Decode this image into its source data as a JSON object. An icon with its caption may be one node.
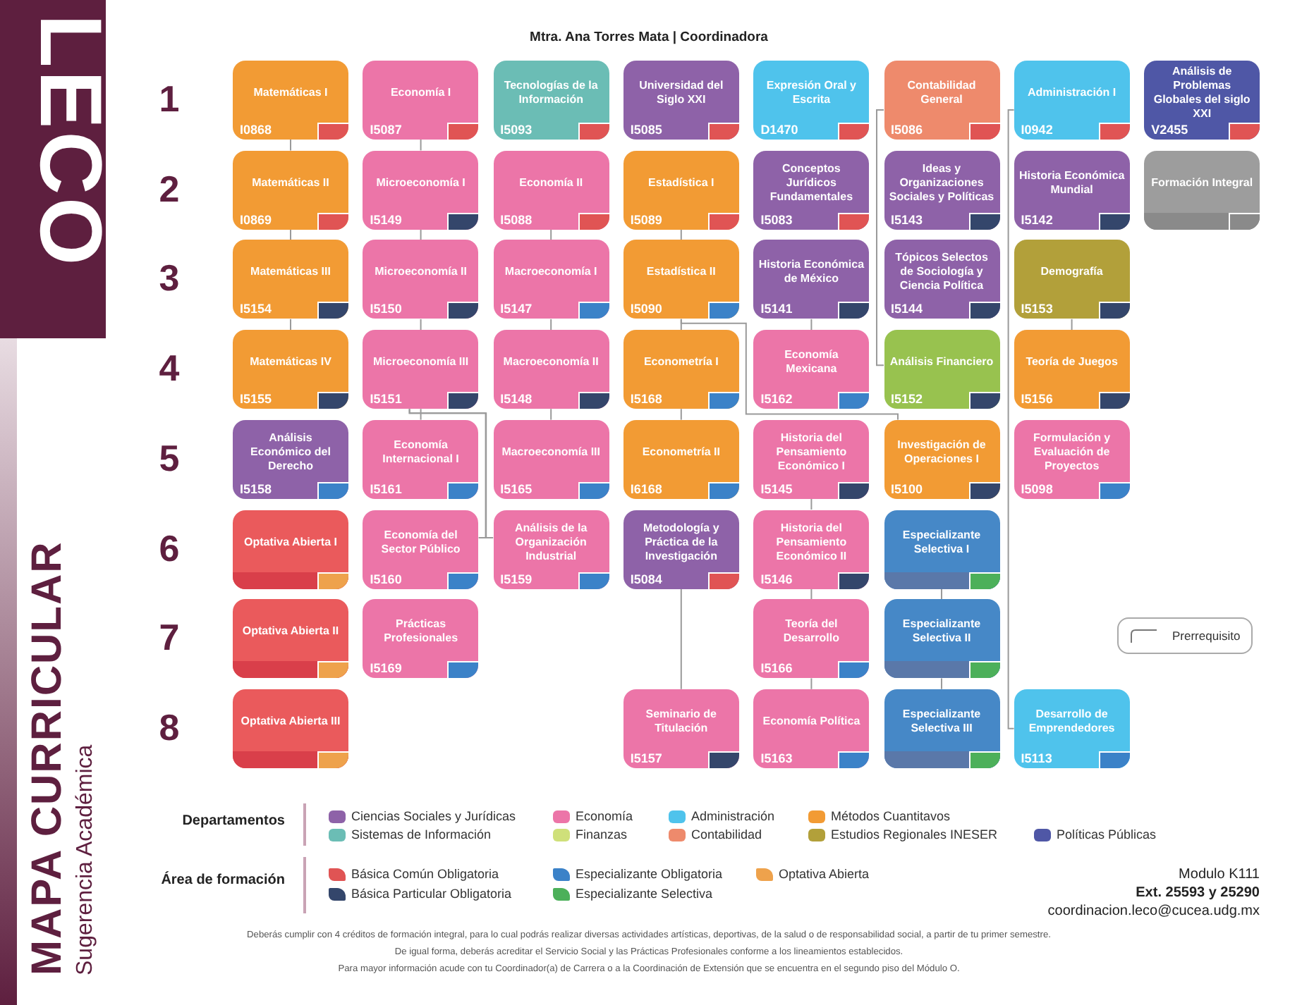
{
  "diagram": {
    "title": "MAPA CURRICULAR",
    "nodes": [
      {
        "text": [
          "Matemáticas I",
          "I0868"
        ]
      },
      {
        "text": [
          "Economía I",
          "I5087"
        ]
      },
      {
        "text": [
          "Tecnologías de la Información",
          "I5093"
        ]
      },
      {
        "text": [
          "Universidad del Siglo XXI",
          "I5085"
        ]
      },
      {
        "text": [
          "Expresión Oral y Escrita",
          "D1470"
        ]
      },
      {
        "text": [
          "Contabilidad General",
          "I5086"
        ]
      },
      {
        "text": [
          "Administración I",
          "I0942"
        ]
      },
      {
        "text": [
          "Análisis de Problemas Globales del siglo XXI",
          "V2455"
        ]
      },
      {
        "text": [
          "Matemáticas II",
          "I0869"
        ]
      },
      {
        "text": [
          "Microeconomía I",
          "I5149"
        ]
      },
      {
        "text": [
          "Economía II",
          "I5088"
        ]
      },
      {
        "text": [
          "Estadística I",
          "I5089"
        ]
      },
      {
        "text": [
          "Conceptos Jurídicos Fundamentales",
          "I5083"
        ]
      },
      {
        "text": [
          "Ideas y Organizaciones Sociales y Políticas",
          "I5143"
        ]
      },
      {
        "text": [
          "Historia Económica Mundial",
          "I5142"
        ]
      },
      {
        "text": [
          "Formación Integral"
        ]
      },
      {
        "text": [
          "Matemáticas III",
          "I5154"
        ]
      },
      {
        "text": [
          "Microeconomía II",
          "I5150"
        ]
      },
      {
        "text": [
          "Macroeconomía I",
          "I5147"
        ]
      },
      {
        "text": [
          "Estadística II",
          "I5090"
        ]
      },
      {
        "text": [
          "Historia Económica de México",
          "I5141"
        ]
      },
      {
        "text": [
          "Tópicos Selectos de Sociología y Ciencia Política",
          "I5144"
        ]
      },
      {
        "text": [
          "Demografía",
          "I5153"
        ]
      },
      {
        "text": [
          "Matemáticas IV",
          "I5155"
        ]
      },
      {
        "text": [
          "Microeconomía III",
          "I5151"
        ]
      },
      {
        "text": [
          "Macroeconomía II",
          "I5148"
        ]
      },
      {
        "text": [
          "Econometría I",
          "I5168"
        ]
      },
      {
        "text": [
          "Economía Mexicana",
          "I5162"
        ]
      },
      {
        "text": [
          "Análisis Financiero",
          "I5152"
        ]
      },
      {
        "text": [
          "Teoría de Juegos",
          "I5156"
        ]
      },
      {
        "text": [
          "Análisis Económico del Derecho",
          "I5158"
        ]
      },
      {
        "text": [
          "Economía Internacional I",
          "I5161"
        ]
      },
      {
        "text": [
          "Macroeconomía III",
          "I5165"
        ]
      },
      {
        "text": [
          "Econometría II",
          "I6168"
        ]
      },
      {
        "text": [
          "Historia del Pensamiento Económico I",
          "I5145"
        ]
      },
      {
        "text": [
          "Investigación de Operaciones I",
          "I5100"
        ]
      },
      {
        "text": [
          "Formulación y Evaluación de Proyectos",
          "I5098"
        ]
      },
      {
        "text": [
          "Optativa Abierta I"
        ]
      },
      {
        "text": [
          "Economía del Sector Público",
          "I5160"
        ]
      },
      {
        "text": [
          "Análisis de la Organización Industrial",
          "I5159"
        ]
      },
      {
        "text": [
          "Metodología y Práctica de la Investigación",
          "I5084"
        ]
      },
      {
        "text": [
          "Historia del Pensamiento Económico II",
          "I5146"
        ]
      },
      {
        "text": [
          "Especializante Selectiva I"
        ]
      },
      {
        "text": [
          "Optativa Abierta II"
        ]
      },
      {
        "text": [
          "Prácticas Profesionales",
          "I5169"
        ]
      },
      {
        "text": [
          "Teoría del Desarrollo",
          "I5166"
        ]
      },
      {
        "text": [
          "Especializante Selectiva II"
        ]
      },
      {
        "text": [
          "Optativa Abierta III"
        ]
      },
      {
        "text": [
          "Seminario de Titulación",
          "I5157"
        ]
      },
      {
        "text": [
          "Economía Política",
          "I5163"
        ]
      },
      {
        "text": [
          "Especializante Selectiva III"
        ]
      },
      {
        "text": [
          "Desarrollo de Emprendedores",
          "I5113"
        ]
      }
    ],
    "edges": [
      {
        "from": 0,
        "to": 8,
        "arrow": "none"
      },
      {
        "from": 8,
        "to": 16,
        "arrow": "none"
      },
      {
        "from": 16,
        "to": 23,
        "arrow": "none"
      },
      {
        "from": 1,
        "to": 9,
        "arrow": "none"
      },
      {
        "from": 9,
        "to": 17,
        "arrow": "none"
      },
      {
        "from": 17,
        "to": 24,
        "arrow": "none"
      },
      {
        "from": 24,
        "to": 31,
        "arrow": "none"
      },
      {
        "from": 24,
        "to": 38,
        "arrow": "none"
      },
      {
        "from": 24,
        "to": 39,
        "arrow": "none"
      },
      {
        "from": 10,
        "to": 18,
        "arrow": "none"
      },
      {
        "from": 18,
        "to": 25,
        "arrow": "none"
      },
      {
        "from": 25,
        "to": 32,
        "arrow": "none"
      },
      {
        "from": 11,
        "to": 19,
        "arrow": "none"
      },
      {
        "from": 19,
        "to": 26,
        "arrow": "none"
      },
      {
        "from": 19,
        "to": 35,
        "arrow": "none"
      },
      {
        "from": 26,
        "to": 33,
        "arrow": "none"
      },
      {
        "from": 5,
        "to": 28,
        "arrow": "none"
      },
      {
        "from": 6,
        "to": 51,
        "arrow": "none"
      },
      {
        "from": 20,
        "to": 27,
        "arrow": "none"
      },
      {
        "from": 34,
        "to": 41,
        "arrow": "none"
      },
      {
        "from": 41,
        "to": 45,
        "arrow": "none"
      },
      {
        "from": 45,
        "to": 49,
        "arrow": "none"
      },
      {
        "from": 40,
        "to": 48,
        "arrow": "none"
      },
      {
        "from": 42,
        "to": 46,
        "arrow": "none"
      },
      {
        "from": 46,
        "to": 50,
        "arrow": "none"
      },
      {
        "from": 22,
        "to": 29,
        "arrow": "none"
      }
    ],
    "labels": [
      "LECO",
      "Mtra. Ana Torres Mata | Coordinadora",
      "1",
      "2",
      "3",
      "4",
      "5",
      "6",
      "7",
      "8",
      "Sugerencia Académica",
      "Departamentos",
      "Área de formación",
      "Modulo K111",
      "Ext. 25593 y 25290",
      "coordinacion.leco@cucea.udg.mx",
      "Deberás cumplir con 4 créditos de formación integral, para lo cual podrás realizar diversas actividades artísticas, deportivas, de la salud o de responsabilidad social, a partir de tu primer semestre.",
      "De igual forma, deberás acreditar el Servicio Social y las Prácticas Profesionales conforme a los lineamientos establecidos.",
      "Para mayor información acude con tu Coordinador(a) de Carrera o a la Coordinación de Extensión que se encuentra en el segundo piso del Módulo O."
    ],
    "legend": [
      {
        "text": "Ciencias Sociales y Jurídicas",
        "color": "#8e62a8"
      },
      {
        "text": "Economía",
        "color": "#ec75a8"
      },
      {
        "text": "Administración",
        "color": "#4fc3ec"
      },
      {
        "text": "Métodos Cuantitavos",
        "color": "#f29b34"
      },
      {
        "text": "Sistemas de Información",
        "color": "#6bbdb5"
      },
      {
        "text": "Finanzas",
        "color": "#cfe07a"
      },
      {
        "text": "Contabilidad",
        "color": "#ee8a6c"
      },
      {
        "text": "Estudios Regionales INESER",
        "color": "#b2a03a"
      },
      {
        "text": "Políticas Públicas",
        "color": "#4f57a6"
      },
      {
        "text": "Básica Común Obligatoria",
        "color": "#e05454"
      },
      {
        "text": "Especializante Obligatoria",
        "color": "#3b82c8"
      },
      {
        "text": "Optativa Abierta",
        "color": "#eea24c"
      },
      {
        "text": "Básica Particular Obligatoria",
        "color": "#34466b"
      },
      {
        "text": "Especializante Selectiva",
        "color": "#4cb05a"
      },
      {
        "text": "Prerrequisito"
      }
    ]
  }
}
